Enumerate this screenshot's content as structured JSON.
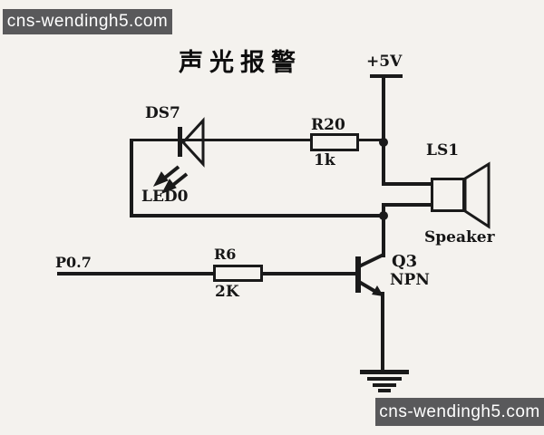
{
  "watermark": {
    "text": "cns-wendingh5.com"
  },
  "title": "声光报警",
  "power": {
    "label": "+5V"
  },
  "ground": {
    "type": "earth-ground"
  },
  "components": {
    "led": {
      "ref": "DS7",
      "name": "LED0"
    },
    "r20": {
      "ref": "R20",
      "value": "1k"
    },
    "speaker": {
      "ref": "LS1",
      "name": "Speaker"
    },
    "r6": {
      "ref": "R6",
      "value": "2K"
    },
    "q3": {
      "ref": "Q3",
      "type": "NPN"
    },
    "input_port": {
      "label": "P0.7"
    }
  },
  "colors": {
    "ink": "#1a1a1a",
    "paper": "#f4f2ee",
    "watermark_bg": "#59595b",
    "watermark_text": "#ffffff"
  }
}
